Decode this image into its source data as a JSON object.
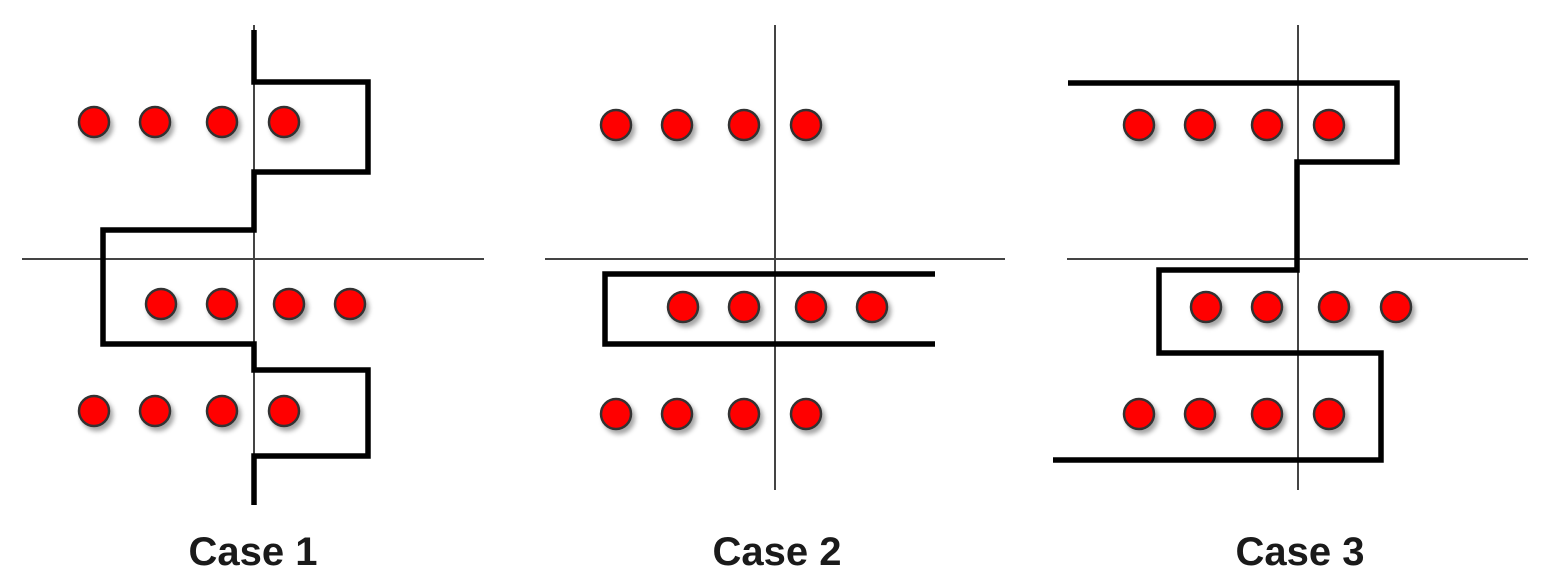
{
  "colors": {
    "dot_fill": "#ff0000",
    "dot_stroke": "#333333",
    "boundary": "#000000",
    "axis": "#444444",
    "label": "#1a1a1a"
  },
  "cases": [
    {
      "label": "Case 1",
      "rows": [
        4,
        4,
        4
      ]
    },
    {
      "label": "Case 2",
      "rows": [
        4,
        4,
        4
      ]
    },
    {
      "label": "Case 3",
      "rows": [
        4,
        4,
        4
      ]
    }
  ]
}
